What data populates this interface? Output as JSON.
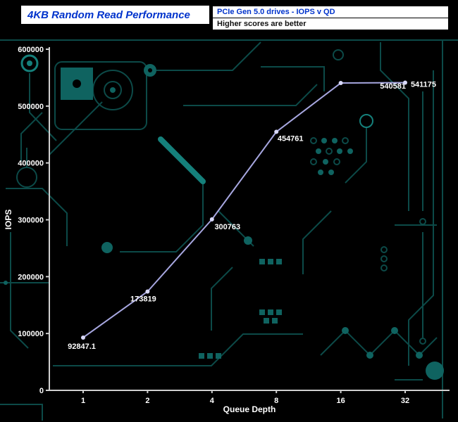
{
  "header": {
    "title": "4KB Random Read Performance",
    "subtitle_line1": "PCIe Gen 5.0 drives - IOPS v QD",
    "subtitle_line2": "Higher scores are better"
  },
  "chart_data": {
    "type": "line",
    "x": [
      1,
      2,
      4,
      8,
      16,
      32
    ],
    "x_scale": "log2",
    "x_tick_labels": [
      "1",
      "2",
      "4",
      "8",
      "16",
      "32"
    ],
    "series": [
      {
        "name": "IOPS",
        "values": [
          92847.1,
          173819,
          300763,
          454761,
          540581,
          541175
        ]
      }
    ],
    "point_labels": [
      "92847.1",
      "173819",
      "300763",
      "454761",
      "540581",
      "541175"
    ],
    "title": "4KB Random Read Performance",
    "xlabel": "Queue Depth",
    "ylabel": "IOPS",
    "ylim": [
      0,
      600000
    ],
    "y_ticks": [
      0,
      100000,
      200000,
      300000,
      400000,
      500000,
      600000
    ],
    "grid": false,
    "legend": "none",
    "colors": {
      "line": "#a7a7e0",
      "point": "#d8d8f8",
      "axis": "#d0d0d0",
      "label_text": "#ffffff",
      "title_text": "#0033cc",
      "background": "#000000",
      "circuit_dim": "#0c4a48",
      "circuit_mid": "#0f6360",
      "circuit_bright": "#15807b"
    }
  }
}
